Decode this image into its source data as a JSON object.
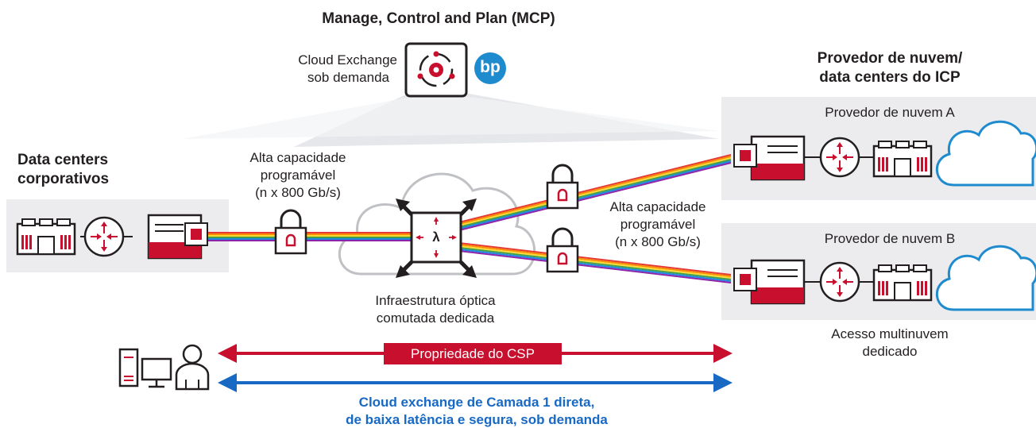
{
  "mcp": {
    "title": "Manage, Control and Plan (MCP)",
    "exchange_label_line1": "Cloud Exchange",
    "exchange_label_line2": "sob demanda",
    "bp_logo": "bp"
  },
  "left": {
    "title_line1": "Data centers",
    "title_line2": "corporativos"
  },
  "link_left": {
    "line1": "Alta capacidade",
    "line2": "programável",
    "line3": "(n x 800 Gb/s)"
  },
  "link_right": {
    "line1": "Alta capacidade",
    "line2": "programável",
    "line3": "(n x 800 Gb/s)"
  },
  "center": {
    "lambda": "λ",
    "label_line1": "Infraestrutura óptica",
    "label_line2": "comutada dedicada"
  },
  "right": {
    "title_line1": "Provedor de nuvem/",
    "title_line2": "data centers do ICP",
    "provider_a": "Provedor de nuvem A",
    "provider_b": "Provedor de nuvem B",
    "multicloud_line1": "Acesso multinuvem",
    "multicloud_line2": "dedicado"
  },
  "bottom": {
    "csp_badge": "Propriedade do CSP",
    "blue_line1": "Cloud exchange de Camada 1 direta,",
    "blue_line2": "de baixa latência e segura, sob demanda"
  },
  "colors": {
    "red": "#c8102e",
    "blue": "#1769c4",
    "panel": "#ececee"
  },
  "icons": [
    "datacenter-icon",
    "router-icon",
    "server-chip-icon",
    "lock-icon",
    "cloud-icon",
    "optical-switch-icon",
    "desktop-icon",
    "user-icon",
    "cycle-gear-icon"
  ]
}
